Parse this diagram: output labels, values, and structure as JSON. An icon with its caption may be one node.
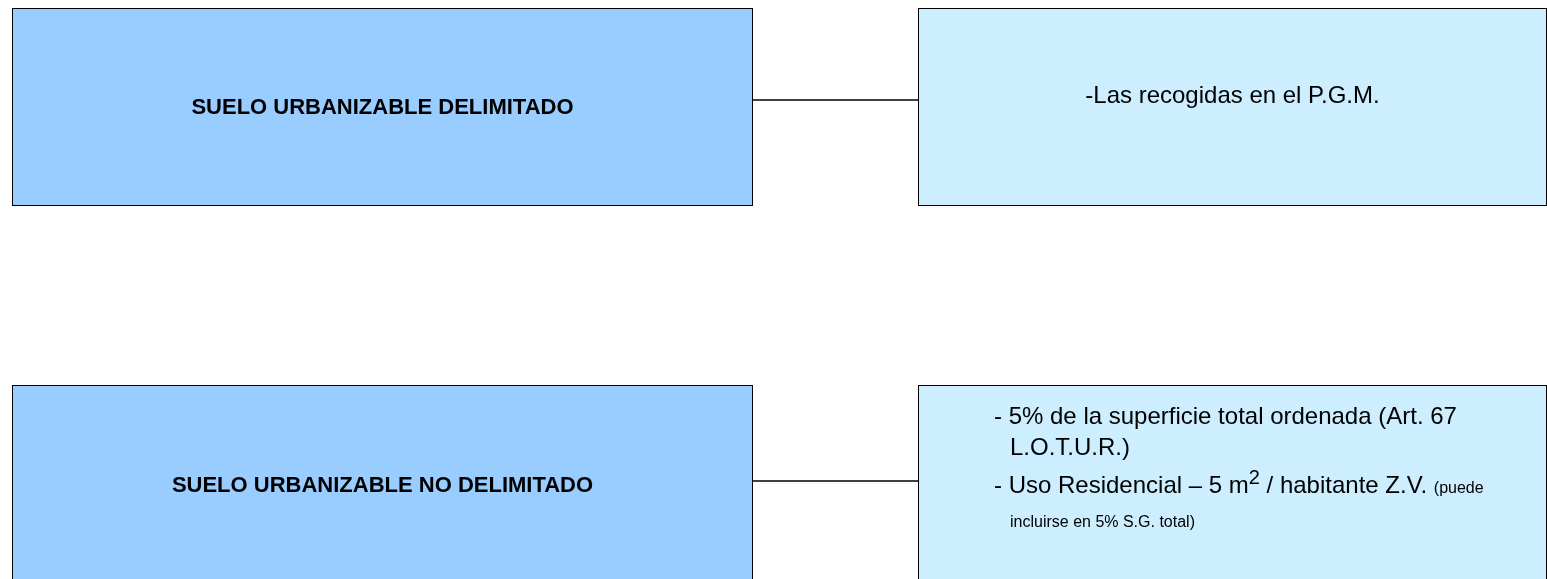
{
  "diagram": {
    "nodes": [
      {
        "text": [
          "SUELO URBANIZABLE DELIMITADO"
        ]
      },
      {
        "text": [
          "-Las recogidas en el P.G.M."
        ]
      },
      {
        "text": [
          "SUELO URBANIZABLE NO DELIMITADO"
        ]
      },
      {
        "text": [
          "- 5% de la superficie total ordenada (Art. 67 L.O.T.U.R.)",
          "- Uso Residencial – 5 m$^{2}$ / habitante Z.V.",
          "(puede incluirse en 5% S.G. total)"
        ]
      }
    ],
    "edges": [
      {
        "from": 0,
        "to": 1,
        "arrow": "none"
      },
      {
        "from": 2,
        "to": 3,
        "arrow": "none"
      }
    ]
  }
}
